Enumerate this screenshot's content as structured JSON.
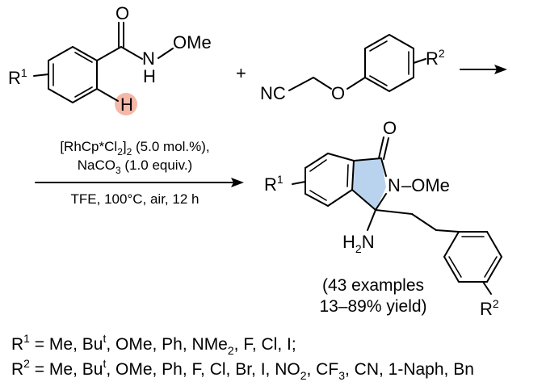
{
  "colors": {
    "bond": "#000000",
    "ring_highlight": "#b9d3ee",
    "h_highlight": "#f5b8a8",
    "background": "#ffffff"
  },
  "reactant1": {
    "r1": "R",
    "r1_sup": "1",
    "o": "O",
    "n": "N",
    "h_n": "H",
    "ome": "OMe",
    "h_ortho": "H"
  },
  "plus": "+",
  "reactant2": {
    "nc": "NC",
    "o": "O",
    "r2": "R",
    "r2_sup": "2"
  },
  "conditions": {
    "line1_a": "[RhCp*Cl",
    "line1_sub": "2",
    "line1_b": "]",
    "line1_sub2": "2",
    "line1_c": " (5.0 mol.%),",
    "line2_a": "NaCO",
    "line2_sub": "3",
    "line2_b": " (1.0 equiv.)",
    "line3": "TFE, 100°C, air, 12 h"
  },
  "product": {
    "r1": "R",
    "r1_sup": "1",
    "o": "O",
    "n": "N",
    "ome": "–OMe",
    "h2n_a": "H",
    "h2n_sub": "2",
    "h2n_b": "N",
    "r2": "R",
    "r2_sup": "2"
  },
  "summary": {
    "line1": "(43 examples",
    "line2": "13–89% yield)"
  },
  "scope": {
    "r1_label": "R",
    "r1_sup": "1",
    "r1_a": " = Me, Bu",
    "r1_t": "t",
    "r1_b": ", OMe, Ph, NMe",
    "r1_sub": "2",
    "r1_c": ", F, Cl, I;",
    "r2_label": "R",
    "r2_sup": "2",
    "r2_a": " = Me, Bu",
    "r2_t": "t",
    "r2_b": ", OMe, Ph, F, Cl, Br, I, NO",
    "r2_sub1": "2",
    "r2_c": ", CF",
    "r2_sub2": "3",
    "r2_d": ", CN, 1-Naph, Bn"
  }
}
